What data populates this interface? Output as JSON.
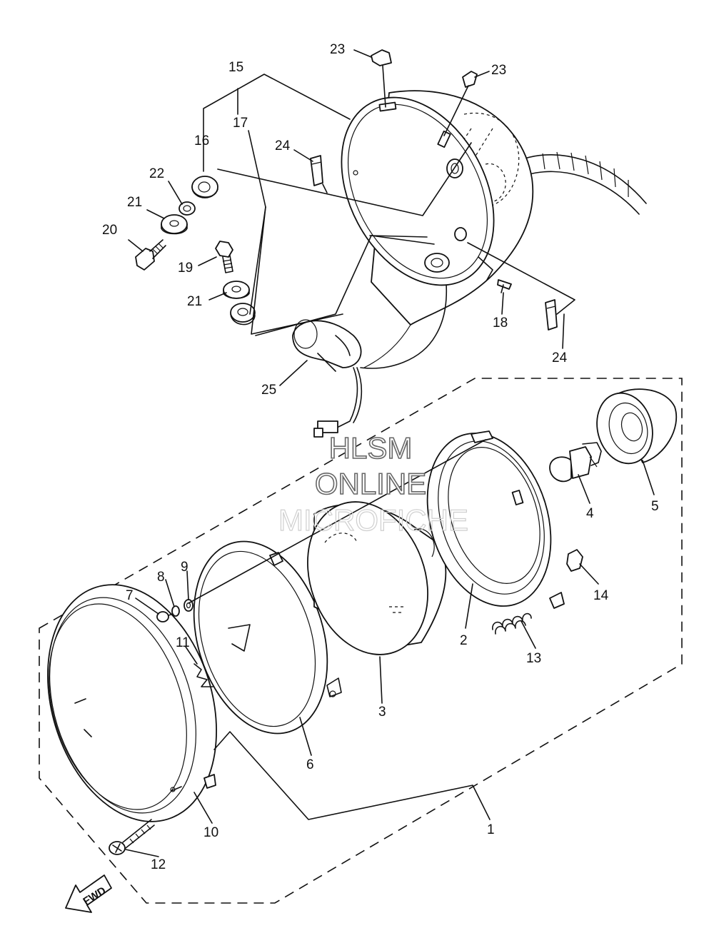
{
  "watermark": {
    "line1": "HLSM",
    "line2": "ONLINE",
    "line3": "MICROFICHE"
  },
  "fwd_arrow": {
    "text": "FWD"
  },
  "callouts": {
    "c1": "1",
    "c2": "2",
    "c3": "3",
    "c4": "4",
    "c5": "5",
    "c6": "6",
    "c7": "7",
    "c8": "8",
    "c9": "9",
    "c10": "10",
    "c11": "11",
    "c12": "12",
    "c13": "13",
    "c14": "14",
    "c15": "15",
    "c16": "16",
    "c17": "17",
    "c18": "18",
    "c19": "19",
    "c20": "20",
    "c21a": "21",
    "c21b": "21",
    "c22": "22",
    "c23a": "23",
    "c23b": "23",
    "c24a": "24",
    "c24b": "24",
    "c25": "25"
  }
}
